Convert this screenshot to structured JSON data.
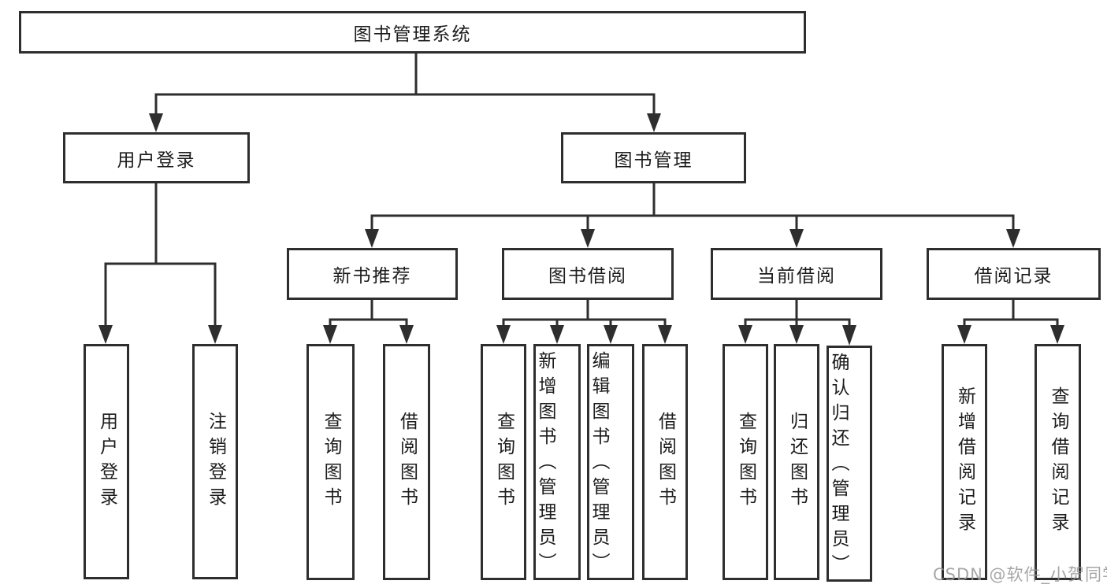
{
  "tree": {
    "root": {
      "label": "图书管理系统",
      "children": [
        {
          "label": "用户登录",
          "children": [
            {
              "label": "用户登录"
            },
            {
              "label": "注销登录"
            }
          ]
        },
        {
          "label": "图书管理",
          "children": [
            {
              "label": "新书推荐",
              "children": [
                {
                  "label": "查询图书"
                },
                {
                  "label": "借阅图书"
                }
              ]
            },
            {
              "label": "图书借阅",
              "children": [
                {
                  "label": "查询图书"
                },
                {
                  "label": "新增图书（管理员）"
                },
                {
                  "label": "编辑图书（管理员）"
                },
                {
                  "label": "借阅图书"
                }
              ]
            },
            {
              "label": "当前借阅",
              "children": [
                {
                  "label": "查询图书"
                },
                {
                  "label": "归还图书"
                },
                {
                  "label": "确认归还（管理员）"
                }
              ]
            },
            {
              "label": "借阅记录",
              "children": [
                {
                  "label": "新增借阅记录"
                },
                {
                  "label": "查询借阅记录"
                }
              ]
            }
          ]
        }
      ]
    }
  },
  "watermark": {
    "text": "CSDN @软件_小贺同学"
  },
  "colors": {
    "line": "#2e2e2e",
    "text": "#1c1c1c",
    "background": "#ffffff",
    "watermark": "#969696"
  }
}
